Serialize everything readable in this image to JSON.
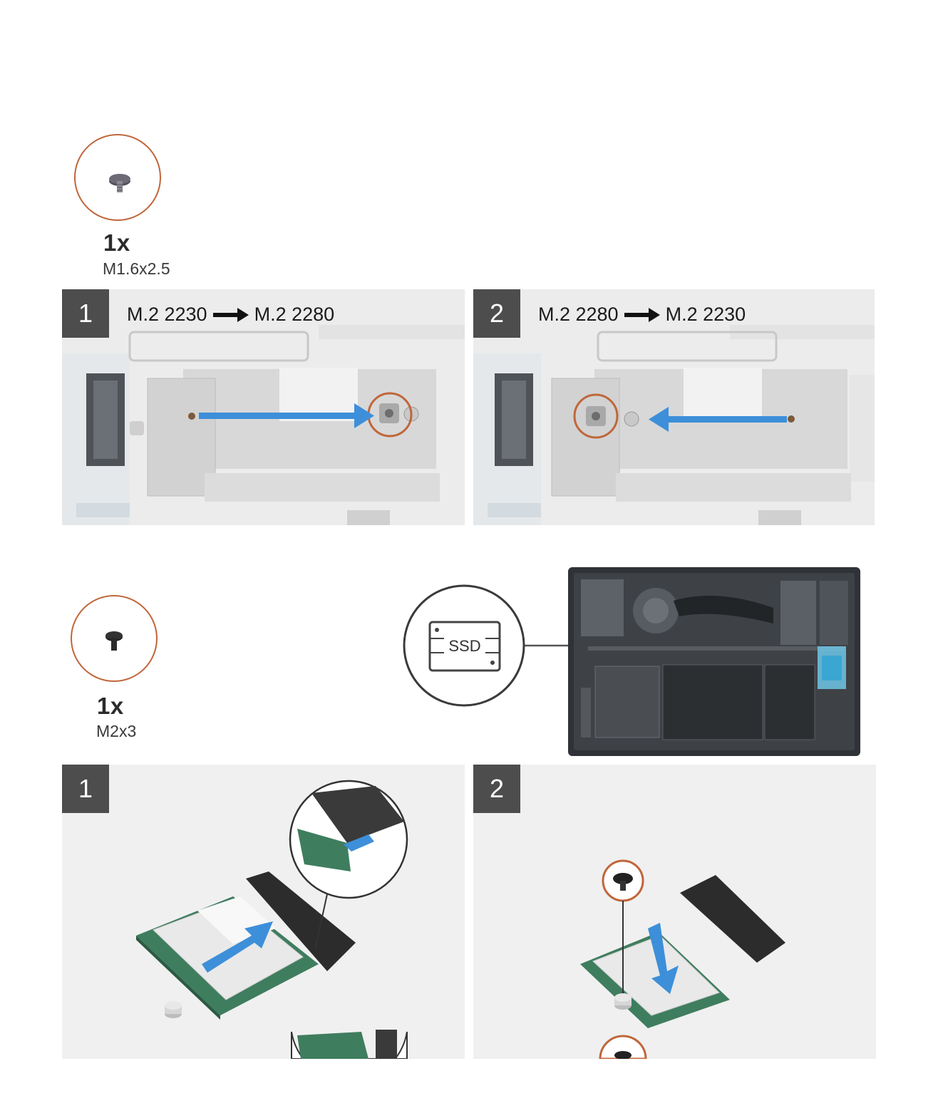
{
  "section_top": {
    "screw": {
      "quantity": "1x",
      "size": "M1.6x2.5",
      "icon": "screw-icon"
    },
    "steps": [
      {
        "number": "1",
        "from": "M.2 2230",
        "to": "M.2 2280",
        "arrow_direction": "right"
      },
      {
        "number": "2",
        "from": "M.2 2280",
        "to": "M.2 2230",
        "arrow_direction": "left"
      }
    ]
  },
  "section_bottom": {
    "screw": {
      "quantity": "1x",
      "size": "M2x3",
      "icon": "screw-icon"
    },
    "locator": {
      "label": "SSD",
      "icon": "ssd-drive-icon"
    },
    "steps": [
      {
        "number": "1",
        "action": "insert-ssd"
      },
      {
        "number": "2",
        "action": "lower-and-secure"
      }
    ]
  },
  "colors": {
    "callout_ring": "#c0663a",
    "arrow_blue": "#3d8fd9",
    "badge": "#4d4d4d",
    "board_green": "#2e6b4f",
    "highlight_cyan": "#6ec6e6"
  }
}
